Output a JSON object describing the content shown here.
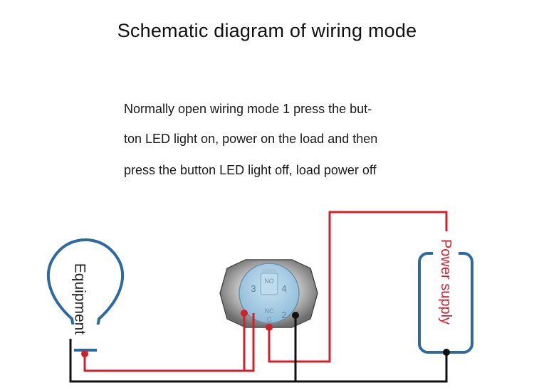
{
  "title": "Schematic diagram of wiring mode",
  "description": {
    "line1": "Normally open wiring mode 1 press the but-",
    "line2": "ton LED light on, power on the load and then",
    "line3": "press the button LED light off, load power off"
  },
  "equipment_label": "Equipment",
  "power_supply_label": "Power supply",
  "switch": {
    "terminal_3": "3",
    "terminal_4": "4",
    "terminal_2": "2",
    "top_label": "NO",
    "center_label": "NC",
    "bottom_label": "C"
  },
  "colors": {
    "live_wire": "#d0202c",
    "neutral_wire": "#111111",
    "outline_blue": "#2e6aa0",
    "switch_face": "#a9cfe6"
  }
}
